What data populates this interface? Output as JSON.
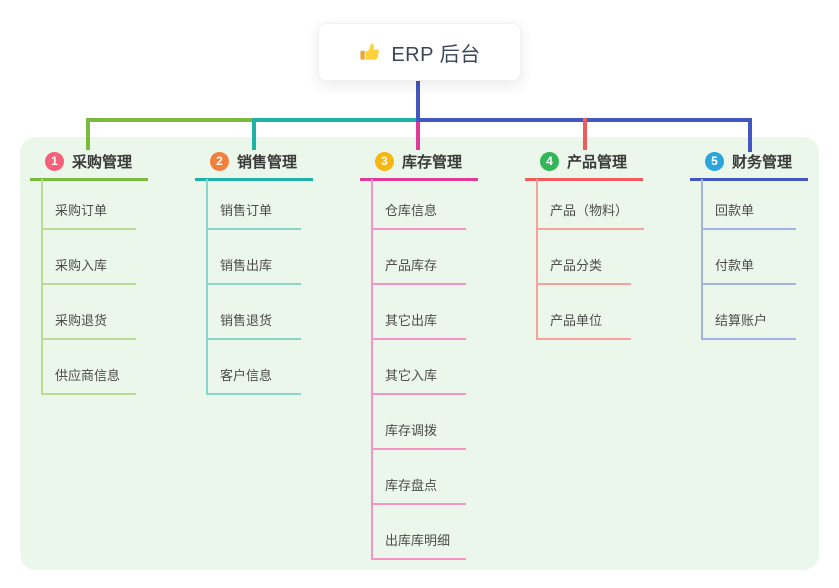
{
  "root": {
    "icon": "thumbs-up-icon",
    "title": "ERP 后台"
  },
  "panel_color": "#ebf7ea",
  "connector_colors": {
    "root_line": "#4257c2",
    "bus_left_green": "#7cb93f",
    "bus_mid_teal": "#1fb3a5",
    "bus_right_indigo": "#4257c2"
  },
  "branches": [
    {
      "badge": "1",
      "label": "采购管理",
      "badge_color": "#f5607a",
      "line_color": "#7cb93f",
      "child_line_color": "#b9dc94",
      "children": [
        "采购订单",
        "采购入库",
        "采购退货",
        "供应商信息"
      ]
    },
    {
      "badge": "2",
      "label": "销售管理",
      "badge_color": "#f2803c",
      "line_color": "#1fb3a5",
      "child_line_color": "#8ad5cc",
      "children": [
        "销售订单",
        "销售出库",
        "销售退货",
        "客户信息"
      ]
    },
    {
      "badge": "3",
      "label": "库存管理",
      "badge_color": "#f6b714",
      "line_color": "#e23a97",
      "child_line_color": "#f793c7",
      "children": [
        "仓库信息",
        "产品库存",
        "其它出库",
        "其它入库",
        "库存调拨",
        "库存盘点",
        "出库库明细"
      ]
    },
    {
      "badge": "4",
      "label": "产品管理",
      "badge_color": "#33b656",
      "line_color": "#f15b5b",
      "child_line_color": "#f8a09c",
      "children": [
        "产品（物料）",
        "产品分类",
        "产品单位"
      ]
    },
    {
      "badge": "5",
      "label": "财务管理",
      "badge_color": "#2ba6dc",
      "line_color": "#4257c2",
      "child_line_color": "#9fb3e4",
      "children": [
        "回款单",
        "付款单",
        "结算账户"
      ]
    }
  ]
}
